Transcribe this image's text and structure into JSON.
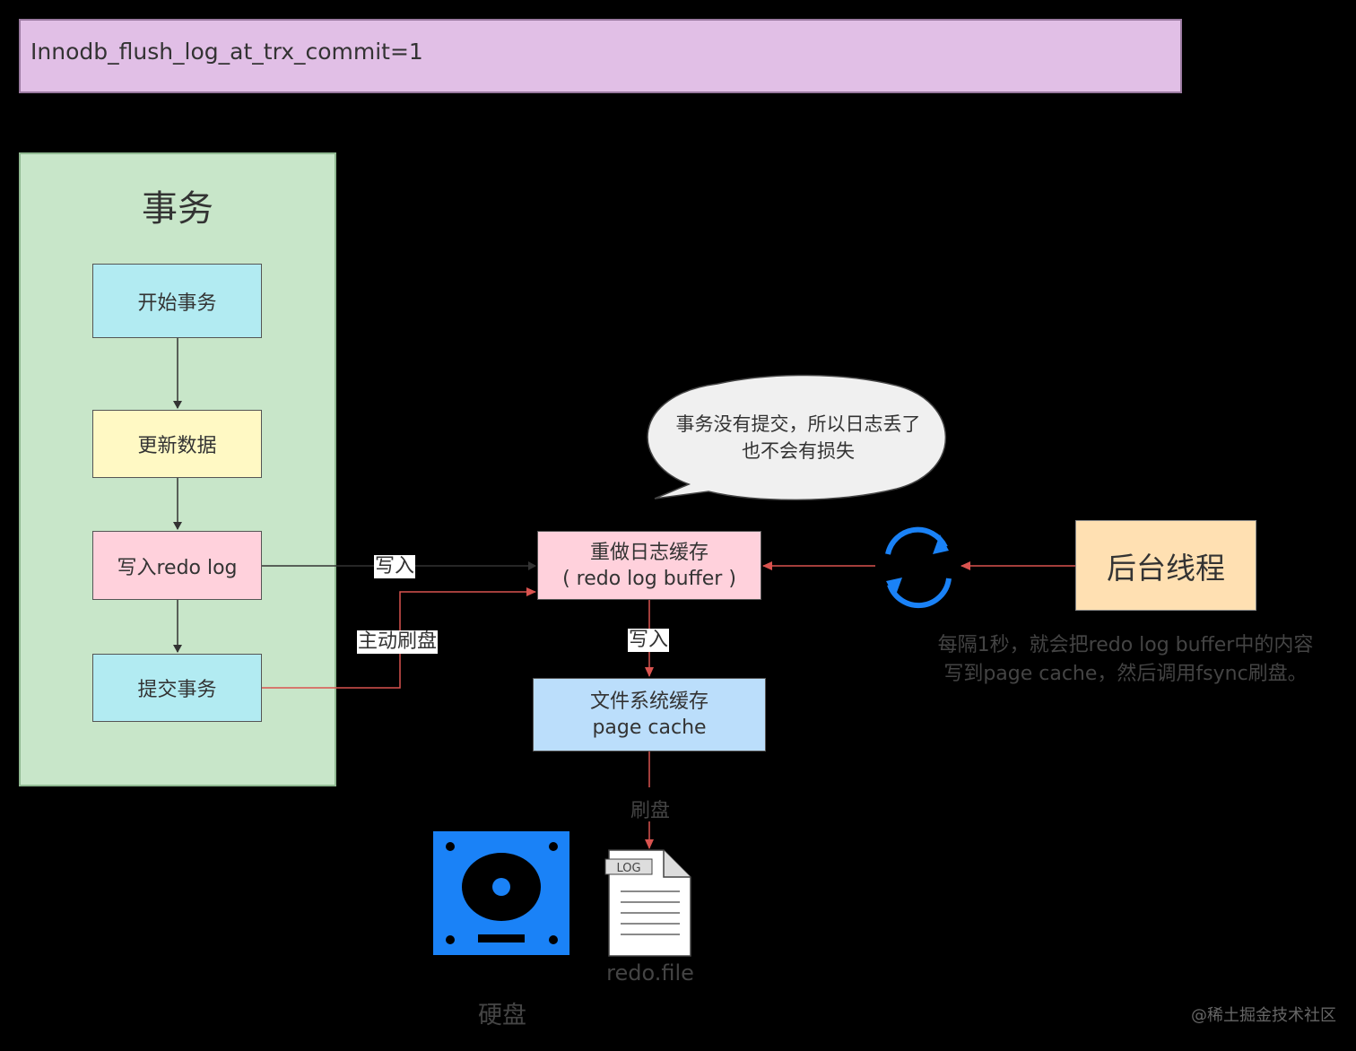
{
  "title_bar": "Innodb_flush_log_at_trx_commit=1",
  "transaction": {
    "title": "事务",
    "steps": {
      "start": "开始事务",
      "update": "更新数据",
      "write": "写入redo log",
      "commit": "提交事务"
    }
  },
  "redo_buffer": {
    "line1": "重做日志缓存",
    "line2": "( redo log buffer )"
  },
  "page_cache": {
    "line1": "文件系统缓存",
    "line2": "page cache"
  },
  "background_thread": "后台线程",
  "edge_labels": {
    "write_to_buffer": "写入",
    "active_flush": "主动刷盘",
    "write_to_cache": "写入",
    "flush": "刷盘"
  },
  "bubble": {
    "line1": "事务没有提交，所以日志丢了",
    "line2": "也不会有损失"
  },
  "background_note": {
    "line1": "每隔1秒，就会把redo log buffer中的内容",
    "line2": "写到page cache，然后调用fsync刷盘。"
  },
  "file": {
    "tag": "LOG",
    "label": "redo.file"
  },
  "disk_label": "硬盘",
  "watermark": "@稀土掘金技术社区",
  "colors": {
    "red_arrow": "#d9534f",
    "dark_arrow": "#333333",
    "disk_blue": "#1a82f7",
    "sync_blue": "#1a82f7"
  },
  "icons": {
    "sync": "sync-icon",
    "disk": "hard-disk-icon",
    "file": "log-file-icon"
  }
}
